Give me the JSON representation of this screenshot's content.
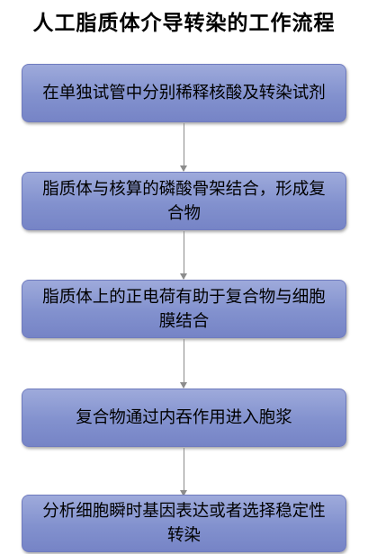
{
  "title": "人工脂质体介导转染的工作流程",
  "steps": [
    {
      "text": "在单独试管中分别稀释核酸及转染试剂"
    },
    {
      "text": "脂质体与核算的磷酸骨架结合，形成复合物"
    },
    {
      "text": "脂质体上的正电荷有助于复合物与细胞膜结合"
    },
    {
      "text": "复合物通过内吞作用进入胞浆"
    },
    {
      "text": "分析细胞瞬时基因表达或者选择稳定性转染"
    }
  ],
  "colors": {
    "box_fill": "#8291ce",
    "box_border": "#6f7bbf",
    "arrow": "#8c8c8c",
    "text": "#000000"
  }
}
